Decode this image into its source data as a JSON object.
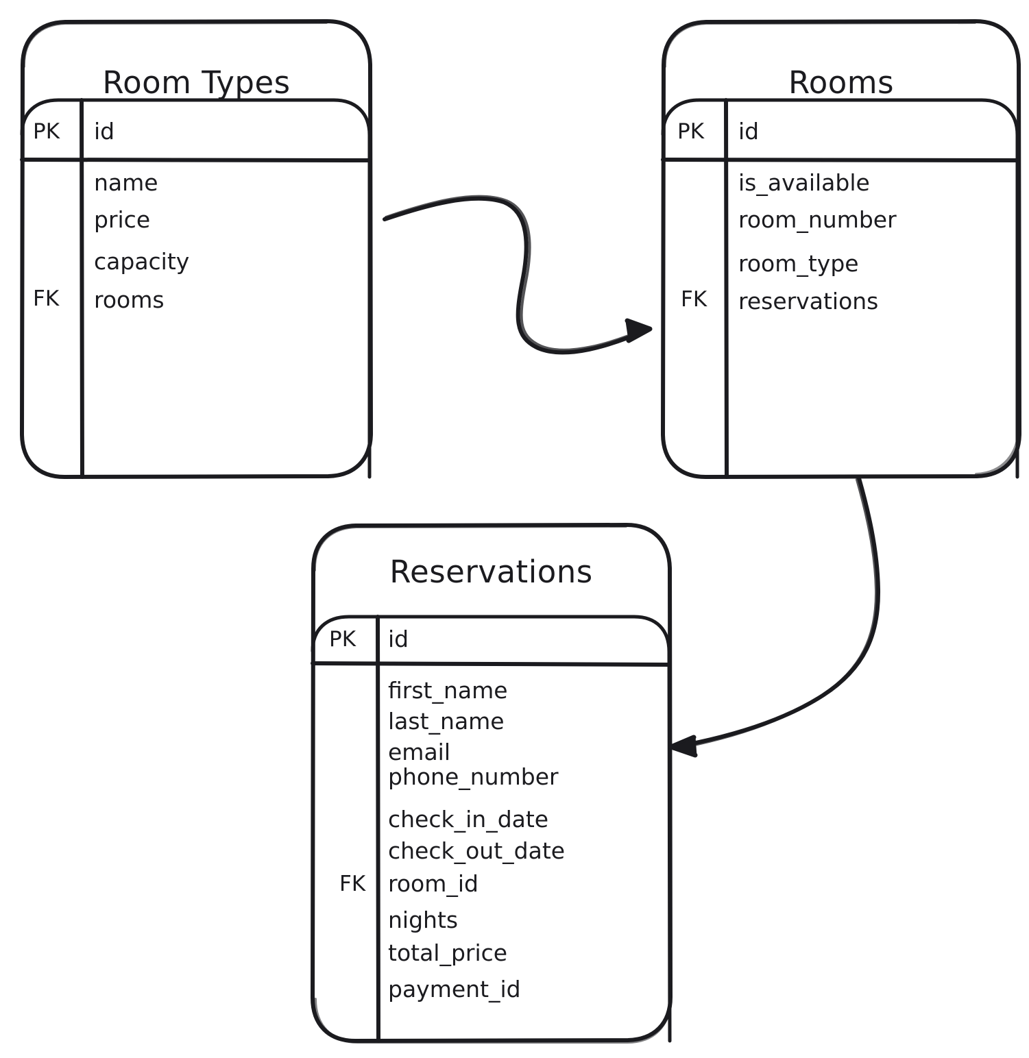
{
  "diagram": {
    "type": "entity-relationship-diagram",
    "style": "hand-drawn",
    "stroke_color": "#1b1b1f",
    "background_color": "#ffffff",
    "entities": [
      {
        "name": "room-types",
        "title": "Room Types",
        "primary_key": {
          "marker": "PK",
          "field": "id"
        },
        "foreign_key_marker": "FK",
        "fields": [
          "name",
          "price",
          "capacity",
          "rooms"
        ],
        "fk_field": "rooms"
      },
      {
        "name": "rooms",
        "title": "Rooms",
        "primary_key": {
          "marker": "PK",
          "field": "id"
        },
        "foreign_key_marker": "FK",
        "fields": [
          "is_available",
          "room_number",
          "room_type",
          "reservations"
        ],
        "fk_field": "reservations"
      },
      {
        "name": "reservations",
        "title": "Reservations",
        "primary_key": {
          "marker": "PK",
          "field": "id"
        },
        "foreign_key_marker": "FK",
        "fields": [
          "first_name",
          "last_name",
          "email",
          "phone_number",
          "check_in_date",
          "check_out_date",
          "room_id",
          "nights",
          "total_price",
          "payment_id"
        ],
        "fk_field": "room_id"
      }
    ],
    "relationships": [
      {
        "name": "room-types-to-rooms",
        "from": "Room Types",
        "to": "Rooms",
        "arrow": "single-ended"
      },
      {
        "name": "rooms-to-reservations",
        "from": "Rooms",
        "to": "Reservations",
        "arrow": "single-ended"
      }
    ]
  }
}
